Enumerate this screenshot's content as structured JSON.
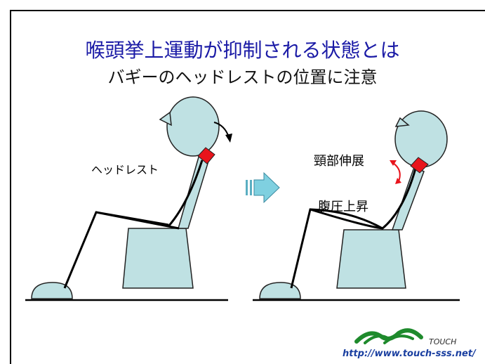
{
  "slide": {
    "title": "喉頭挙上運動が抑制される状態とは",
    "subtitle": "バギーのヘッドレストの位置に注意"
  },
  "labels": {
    "headrest": "ヘッドレスト",
    "neck_extension": "頸部伸展",
    "abdominal_pressure": "腹圧上昇"
  },
  "logo": {
    "brand": "TOUCH",
    "url": "http://www.touch-sss.net/"
  },
  "colors": {
    "title": "#1a1aa6",
    "body_fill": "#bfe1e3",
    "headrest": "#e8141c",
    "arrow": "#7fd0e0",
    "logo_green": "#1e8a2c"
  }
}
